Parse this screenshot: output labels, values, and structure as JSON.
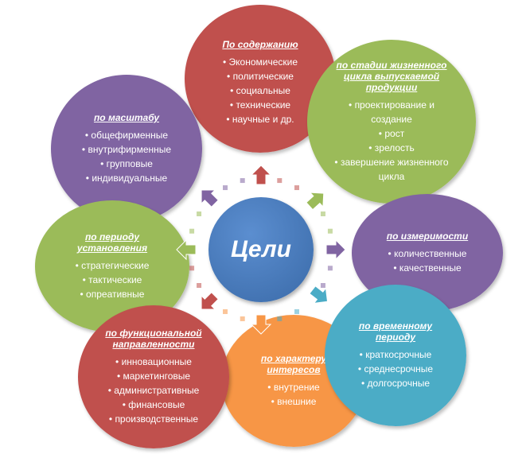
{
  "center": {
    "label": "Цели",
    "color": "#4577bb"
  },
  "nodes": [
    {
      "key": "content",
      "title": "По содержанию",
      "color": "#c0504d",
      "items": [
        "Экономические",
        "политические",
        "социальные",
        "технические",
        "научные и др."
      ]
    },
    {
      "key": "lifecycle",
      "title": "по стадии жизненного цикла выпускаемой продукции",
      "color": "#9bbb59",
      "items": [
        "проектирование и создание",
        "рост",
        "зрелость",
        "завершение жизненного цикла"
      ]
    },
    {
      "key": "measurability",
      "title": "по измеримости",
      "color": "#8064a2",
      "items": [
        "количественные",
        "качественные"
      ]
    },
    {
      "key": "temporal",
      "title": "по временному периоду",
      "color": "#4bacc6",
      "items": [
        "краткосрочные",
        "среднесрочные",
        "долгосрочные"
      ]
    },
    {
      "key": "interests",
      "title": "по характеру интересов",
      "color": "#f79646",
      "items": [
        "внутрение",
        "внешние"
      ]
    },
    {
      "key": "functional",
      "title": "по функциональной направленности",
      "color": "#c0504d",
      "items": [
        "инновационные",
        "маркетинговые",
        "административные",
        "финансовые",
        "производственные"
      ]
    },
    {
      "key": "period",
      "title": "по периоду установления",
      "color": "#9bbb59",
      "items": [
        "стратегические",
        "тактические",
        "опреативные"
      ]
    },
    {
      "key": "scale",
      "title": "по масштабу",
      "color": "#8064a2",
      "items": [
        "общефирменные",
        "внутрифирменные",
        "групповые",
        "индивидуальные"
      ]
    }
  ]
}
